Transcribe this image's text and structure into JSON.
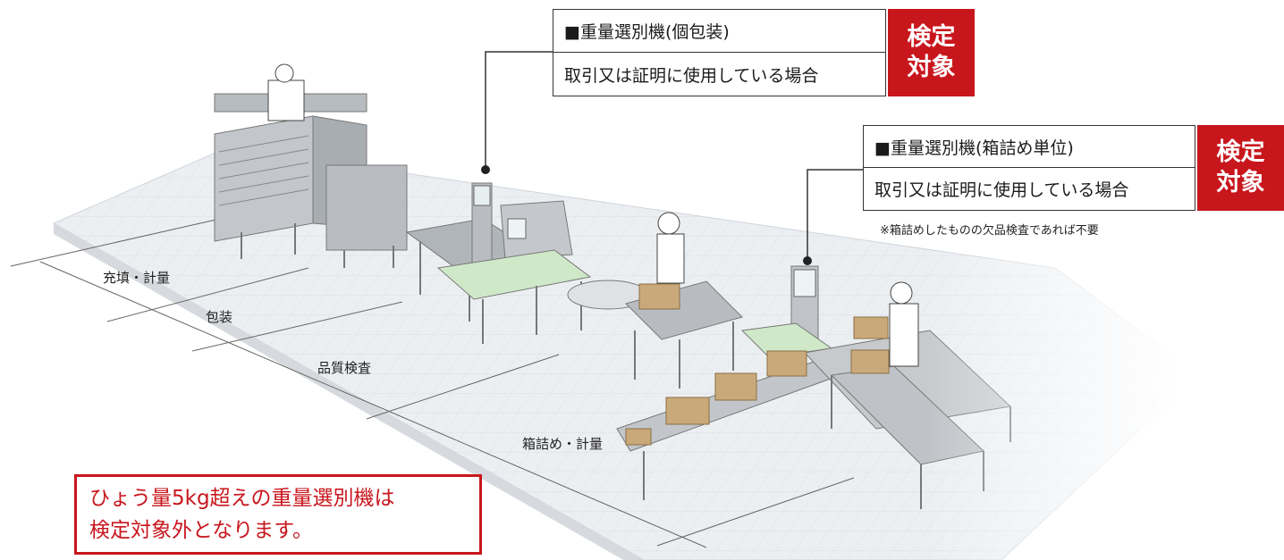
{
  "callouts": [
    {
      "title": "■重量選別機(個包装)",
      "condition": "取引又は証明に使用している場合",
      "badge_line1": "検定",
      "badge_line2": "対象"
    },
    {
      "title": "■重量選別機(箱詰め単位)",
      "condition": "取引又は証明に使用している場合",
      "badge_line1": "検定",
      "badge_line2": "対象",
      "note": "※箱詰めしたものの欠品検査であれば不要"
    }
  ],
  "stages": [
    "充填・計量",
    "包装",
    "品質検査",
    "箱詰め・計量"
  ],
  "warning": {
    "line1": "ひょう量5kg超えの重量選別機は",
    "line2": "検定対象外となります。"
  },
  "colors": {
    "accent_red": "#c8161d",
    "floor": "#e9ecef",
    "machine": "#a9aeb3",
    "box": "#c9a97a",
    "screen_green": "#cfe8c8"
  }
}
